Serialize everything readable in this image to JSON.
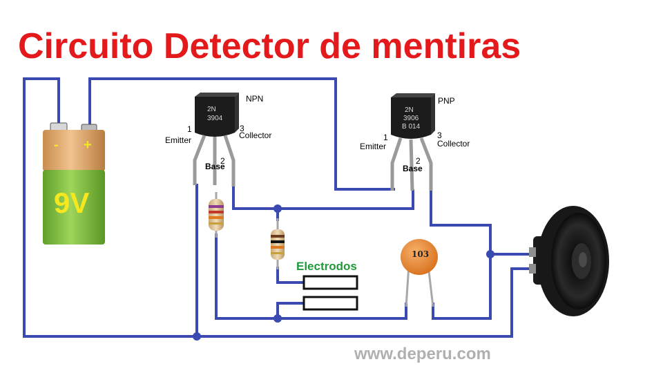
{
  "title": "Circuito Detector de mentiras",
  "colors": {
    "title": "#e3191b",
    "wire": "#3b4ab0",
    "battery_top": "#e0a86a",
    "battery_body": "#7fbf3c",
    "battery_label": "#f5e81e",
    "capacitor": "#f08a2a",
    "electrodes_label": "#1f9a3a",
    "website": "#b0b0b0"
  },
  "battery": {
    "voltage_label": "9V",
    "negative_label": "-",
    "positive_label": "+"
  },
  "transistor_npn": {
    "type_label": "NPN",
    "marking_line1": "2N",
    "marking_line2": "3904",
    "pin1_number": "1",
    "pin1_name": "Emitter",
    "pin2_number": "2",
    "pin2_name": "Base",
    "pin3_number": "3",
    "pin3_name": "Collector"
  },
  "transistor_pnp": {
    "type_label": "PNP",
    "marking_line1": "2N",
    "marking_line2": "3906",
    "marking_line3": "B 014",
    "pin1_number": "1",
    "pin1_name": "Emitter",
    "pin2_number": "2",
    "pin2_name": "Base",
    "pin3_number": "3",
    "pin3_name": "Collector"
  },
  "capacitor": {
    "code": "103"
  },
  "electrodes": {
    "label": "Electrodos"
  },
  "website": "www.deperu.com"
}
